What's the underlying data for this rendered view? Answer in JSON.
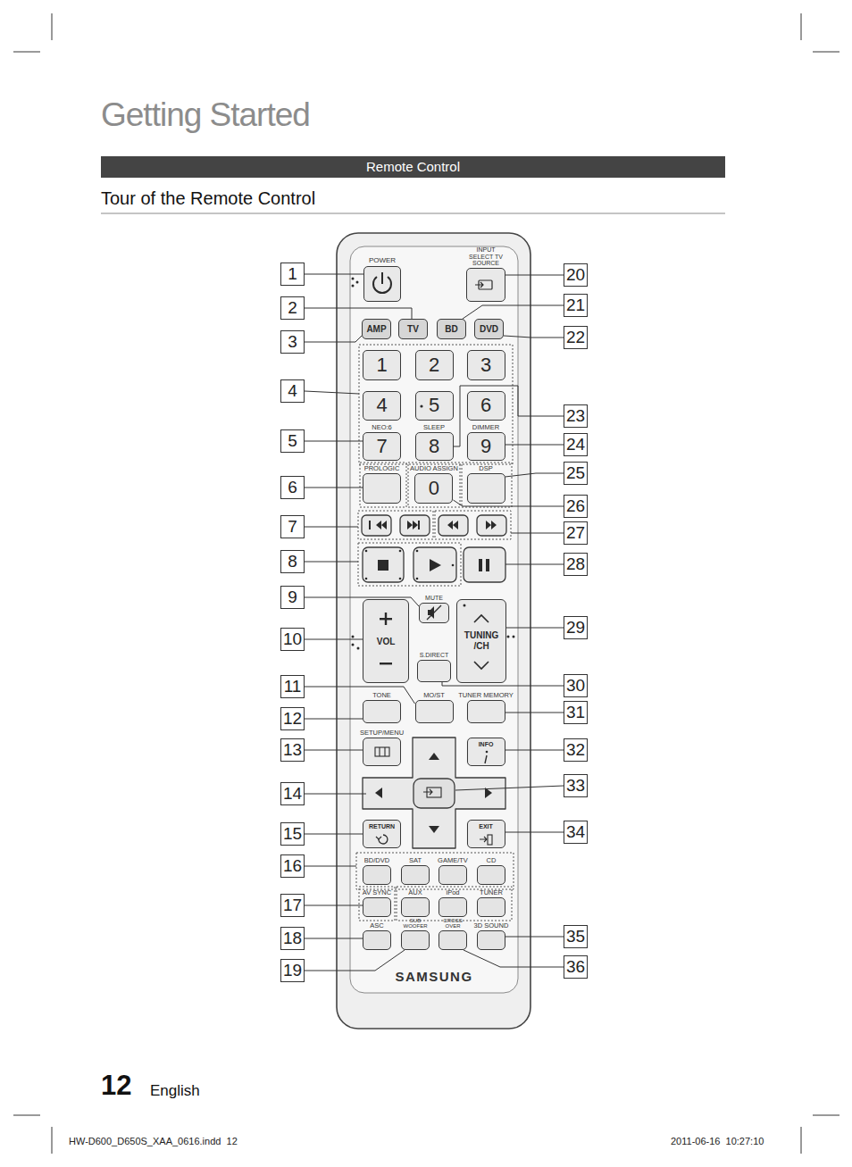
{
  "diagram": {
    "title": "Getting Started",
    "nodes": [
      {
        "text": [
          "Remote Control"
        ]
      },
      {
        "text": [
          "1"
        ]
      },
      {
        "text": [
          "2"
        ]
      },
      {
        "text": [
          "3"
        ]
      },
      {
        "text": [
          "4"
        ]
      },
      {
        "text": [
          "5"
        ]
      },
      {
        "text": [
          "6"
        ]
      },
      {
        "text": [
          "7"
        ]
      },
      {
        "text": [
          "8"
        ]
      },
      {
        "text": [
          "9"
        ]
      },
      {
        "text": [
          "10"
        ]
      },
      {
        "text": [
          "11"
        ]
      },
      {
        "text": [
          "12"
        ]
      },
      {
        "text": [
          "13"
        ]
      },
      {
        "text": [
          "14"
        ]
      },
      {
        "text": [
          "15"
        ]
      },
      {
        "text": [
          "16"
        ]
      },
      {
        "text": [
          "17"
        ]
      },
      {
        "text": [
          "18"
        ]
      },
      {
        "text": [
          "19"
        ]
      },
      {
        "text": [
          "20"
        ]
      },
      {
        "text": [
          "21"
        ]
      },
      {
        "text": [
          "22"
        ]
      },
      {
        "text": [
          "23"
        ]
      },
      {
        "text": [
          "24"
        ]
      },
      {
        "text": [
          "25"
        ]
      },
      {
        "text": [
          "26"
        ]
      },
      {
        "text": [
          "27"
        ]
      },
      {
        "text": [
          "28"
        ]
      },
      {
        "text": [
          "29"
        ]
      },
      {
        "text": [
          "30"
        ]
      },
      {
        "text": [
          "31"
        ]
      },
      {
        "text": [
          "32"
        ]
      },
      {
        "text": [
          "33"
        ]
      },
      {
        "text": [
          "34"
        ]
      },
      {
        "text": [
          "35"
        ]
      },
      {
        "text": [
          "36"
        ]
      },
      {
        "text": [
          "POWER"
        ]
      },
      {
        "text": [
          "INPUT SELECT TV SOURCE"
        ]
      },
      {
        "text": [
          "AMP"
        ]
      },
      {
        "text": [
          "TV"
        ]
      },
      {
        "text": [
          "BD"
        ]
      },
      {
        "text": [
          "DVD"
        ]
      },
      {
        "text": [
          "1"
        ]
      },
      {
        "text": [
          "2"
        ]
      },
      {
        "text": [
          "3"
        ]
      },
      {
        "text": [
          "4"
        ]
      },
      {
        "text": [
          "5"
        ]
      },
      {
        "text": [
          "6"
        ]
      },
      {
        "text": [
          "NEO:6",
          "7"
        ]
      },
      {
        "text": [
          "SLEEP",
          "8"
        ]
      },
      {
        "text": [
          "DIMMER",
          "9"
        ]
      },
      {
        "text": [
          "PROLOGIC"
        ]
      },
      {
        "text": [
          "AUDIO ASSIGN",
          "0"
        ]
      },
      {
        "text": [
          "DSP"
        ]
      },
      {
        "text": [
          "MUTE"
        ]
      },
      {
        "text": [
          "VOL"
        ]
      },
      {
        "text": [
          "TUNING /CH"
        ]
      },
      {
        "text": [
          "S.DIRECT"
        ]
      },
      {
        "text": [
          "TONE"
        ]
      },
      {
        "text": [
          "MO/ST"
        ]
      },
      {
        "text": [
          "TUNER MEMORY"
        ]
      },
      {
        "text": [
          "SETUP/MENU"
        ]
      },
      {
        "text": [
          "INFO"
        ]
      },
      {
        "text": [
          "RETURN"
        ]
      },
      {
        "text": [
          "EXIT"
        ]
      },
      {
        "text": [
          "BD/DVD"
        ]
      },
      {
        "text": [
          "SAT"
        ]
      },
      {
        "text": [
          "GAME/TV"
        ]
      },
      {
        "text": [
          "CD"
        ]
      },
      {
        "text": [
          "AV SYNC"
        ]
      },
      {
        "text": [
          "AUX"
        ]
      },
      {
        "text": [
          "iPod"
        ]
      },
      {
        "text": [
          "TUNER"
        ]
      },
      {
        "text": [
          "ASC"
        ]
      },
      {
        "text": [
          "SUB WOOFER"
        ]
      },
      {
        "text": [
          "CROSS OVER"
        ]
      },
      {
        "text": [
          "3D SOUND"
        ]
      }
    ],
    "edges": [
      {
        "from": 1,
        "to": 37,
        "arrow": "none"
      },
      {
        "from": 2,
        "to": 40,
        "arrow": "none"
      },
      {
        "from": 3,
        "to": 39,
        "arrow": "none"
      },
      {
        "from": 5,
        "to": 49,
        "arrow": "none"
      },
      {
        "from": 6,
        "to": 52,
        "arrow": "none"
      },
      {
        "from": 9,
        "to": 55,
        "arrow": "none"
      },
      {
        "from": 10,
        "to": 56,
        "arrow": "none"
      },
      {
        "from": 11,
        "to": 60,
        "arrow": "none"
      },
      {
        "from": 12,
        "to": 59,
        "arrow": "none"
      },
      {
        "from": 13,
        "to": 62,
        "arrow": "none"
      },
      {
        "from": 15,
        "to": 64,
        "arrow": "none"
      },
      {
        "from": 17,
        "to": 70,
        "arrow": "none"
      },
      {
        "from": 18,
        "to": 74,
        "arrow": "none"
      },
      {
        "from": 19,
        "to": 75,
        "arrow": "none"
      },
      {
        "from": 20,
        "to": 38,
        "arrow": "none"
      },
      {
        "from": 21,
        "to": 41,
        "arrow": "none"
      },
      {
        "from": 22,
        "to": 42,
        "arrow": "none"
      },
      {
        "from": 23,
        "to": 50,
        "arrow": "none"
      },
      {
        "from": 24,
        "to": 51,
        "arrow": "none"
      },
      {
        "from": 25,
        "to": 54,
        "arrow": "none"
      },
      {
        "from": 26,
        "to": 53,
        "arrow": "none"
      },
      {
        "from": 29,
        "to": 57,
        "arrow": "none"
      },
      {
        "from": 30,
        "to": 58,
        "arrow": "none"
      },
      {
        "from": 31,
        "to": 61,
        "arrow": "none"
      },
      {
        "from": 32,
        "to": 63,
        "arrow": "none"
      },
      {
        "from": 34,
        "to": 65,
        "arrow": "none"
      },
      {
        "from": 35,
        "to": 77,
        "arrow": "none"
      },
      {
        "from": 36,
        "to": 76,
        "arrow": "none"
      }
    ],
    "labels": [
      "Tour of the Remote Control",
      "SAMSUNG",
      "12",
      "English",
      "HW-D600_D650S_XAA_0616.indd  12",
      "2011-06-16  10:27:10"
    ]
  }
}
